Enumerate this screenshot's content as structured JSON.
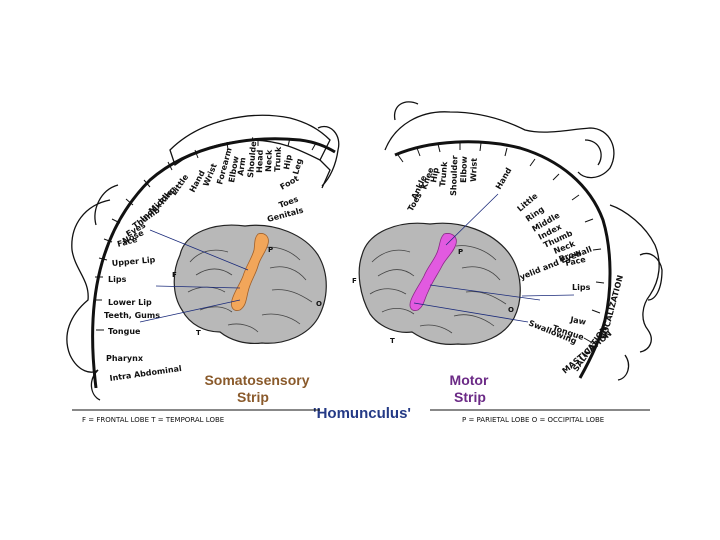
{
  "title": "'Homunculus'",
  "captions": {
    "sensory_line1": "Somatosensory",
    "sensory_line2": "Strip",
    "motor_line1": "Motor",
    "motor_line2": "Strip"
  },
  "colors": {
    "somatosensory_strip": "#f2a65a",
    "motor_strip": "#e25ae0",
    "brain": "#b8b8b8",
    "title": "#243a86"
  },
  "legend": {
    "left": "F = FRONTAL LOBE   T = TEMPORAL LOBE",
    "right": "P = PARIETAL LOBE   O = OCCIPITAL LOBE"
  },
  "lobes": {
    "P": "P",
    "F": "F",
    "O": "O",
    "T": "T"
  },
  "sensory_labels": [
    "Little",
    "Ring",
    "Middle",
    "Index",
    "Thumb",
    "Eyes",
    "Nose",
    "Face",
    "Upper Lip",
    "Lips",
    "Lower Lip",
    "Teeth, Gums",
    "Tongue",
    "Pharynx",
    "Intra Abdominal",
    "Hand",
    "Wrist",
    "Forearm",
    "Elbow",
    "Arm",
    "Shoulder",
    "Head",
    "Neck",
    "Trunk",
    "Hip",
    "Leg",
    "Foot",
    "Toes",
    "Genitals"
  ],
  "motor_labels": [
    "Toes",
    "Ankle",
    "Knee",
    "Hip",
    "Trunk",
    "Shoulder",
    "Elbow",
    "Wrist",
    "Hand",
    "Little",
    "Ring",
    "Middle",
    "Index",
    "Thumb",
    "Neck",
    "Brow",
    "Eyelid and Eyeball",
    "Face",
    "Lips",
    "Jaw",
    "Tongue",
    "Swallowing",
    "MASTICATION",
    "SALIVATION",
    "VOCALIZATION"
  ]
}
